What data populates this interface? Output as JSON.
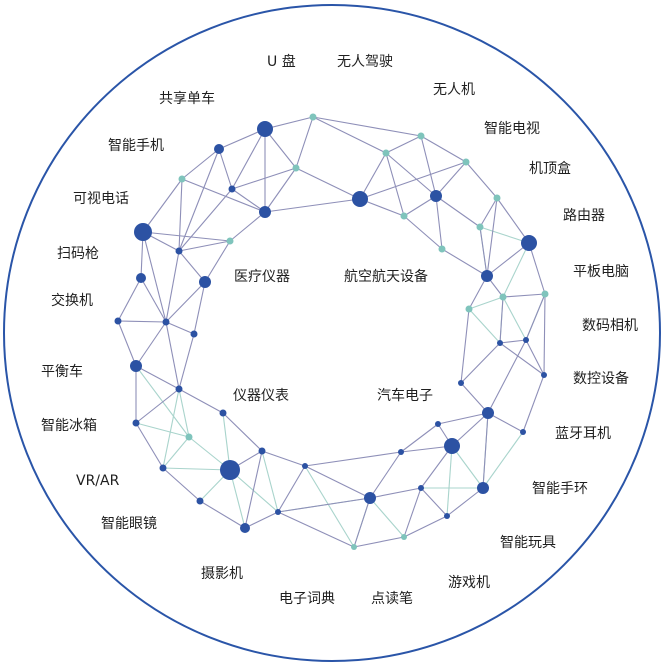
{
  "outer_labels": [
    "U 盘",
    "无人驾驶",
    "无人机",
    "智能电视",
    "机顶盒",
    "路由器",
    "平板电脑",
    "数码相机",
    "数控设备",
    "蓝牙耳机",
    "智能手环",
    "智能玩具",
    "游戏机",
    "点读笔",
    "电子词典",
    "摄影机",
    "智能眼镜",
    "VR/AR",
    "智能冰箱",
    "平衡车",
    "交换机",
    "扫码枪",
    "可视电话",
    "智能手机",
    "共享单车"
  ],
  "inner_labels": [
    "医疗仪器",
    "航空航天设备",
    "仪器仪表",
    "汽车电子"
  ],
  "colors": {
    "circle_border": "#2a55a8",
    "node_dark": "#2c52a3",
    "node_teal": "#7fc4bc",
    "edge_dark": "#8e8fb8",
    "edge_light": "#a9d4cc"
  }
}
